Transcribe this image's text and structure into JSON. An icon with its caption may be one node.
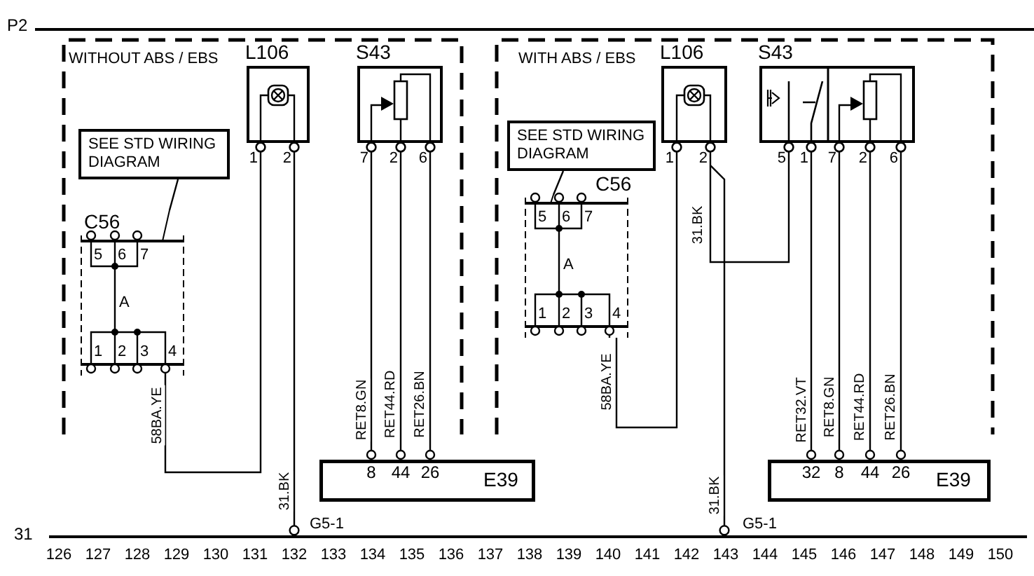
{
  "diagram": {
    "nodes": [
      {
        "text": [
          "WITHOUT ABS / EBS"
        ]
      },
      {
        "text": [
          "L106",
          "1",
          "2"
        ],
        "in": 0
      },
      {
        "text": [
          "S43",
          "7",
          "2",
          "6"
        ],
        "in": 0
      },
      {
        "text": [
          "SEE STD WIRING DIAGRAM"
        ],
        "in": 0
      },
      {
        "text": [
          "C56",
          "5",
          "6",
          "7",
          "A",
          "1",
          "2",
          "3",
          "4"
        ],
        "in": 0
      },
      {
        "text": [
          "8",
          "44",
          "26",
          "E39"
        ]
      },
      {
        "text": [
          "WITH ABS / EBS"
        ]
      },
      {
        "text": [
          "L106",
          "1",
          "2"
        ],
        "in": 6
      },
      {
        "text": [
          "S43",
          "5",
          "1",
          "7",
          "2",
          "6"
        ],
        "in": 6
      },
      {
        "text": [
          "SEE STD WIRING DIAGRAM"
        ],
        "in": 6
      },
      {
        "text": [
          "C56",
          "5",
          "6",
          "7",
          "A",
          "1",
          "2",
          "3",
          "4"
        ],
        "in": 6
      },
      {
        "text": [
          "32",
          "8",
          "44",
          "26",
          "E39"
        ]
      },
      {
        "text": [
          "31"
        ]
      }
    ],
    "edges": [
      {
        "from": 1,
        "to": 4,
        "arrow": "none",
        "label": "58BA.YE"
      },
      {
        "from": 1,
        "to": 12,
        "arrow": "other",
        "label": "31.BK"
      },
      {
        "from": 2,
        "to": 5,
        "arrow": "none",
        "label": "RET8.GN"
      },
      {
        "from": 2,
        "to": 5,
        "arrow": "none",
        "label": "RET44.RD"
      },
      {
        "from": 2,
        "to": 5,
        "arrow": "none",
        "label": "RET26.BN"
      },
      {
        "from": 7,
        "to": 10,
        "arrow": "none",
        "label": "58BA.YE"
      },
      {
        "from": 7,
        "to": 12,
        "arrow": "other",
        "label": "31.BK"
      },
      {
        "from": 7,
        "to": 8,
        "arrow": "none",
        "label": "31.BK"
      },
      {
        "from": 8,
        "to": 11,
        "arrow": "none",
        "label": "RET32.VT"
      },
      {
        "from": 8,
        "to": 11,
        "arrow": "none",
        "label": "RET8.GN"
      },
      {
        "from": 8,
        "to": 11,
        "arrow": "none",
        "label": "RET44.RD"
      },
      {
        "from": 8,
        "to": 11,
        "arrow": "none",
        "label": "RET26.BN"
      },
      {
        "from": 3,
        "to": 4,
        "arrow": "none"
      },
      {
        "from": 9,
        "to": 10,
        "arrow": "none"
      }
    ],
    "labels": [
      "P2",
      "G5-1",
      "G5-1",
      "126",
      "127",
      "128",
      "129",
      "130",
      "131",
      "132",
      "133",
      "134",
      "135",
      "136",
      "137",
      "138",
      "139",
      "140",
      "141",
      "142",
      "143",
      "144",
      "145",
      "146",
      "147",
      "148",
      "149",
      "150"
    ]
  }
}
